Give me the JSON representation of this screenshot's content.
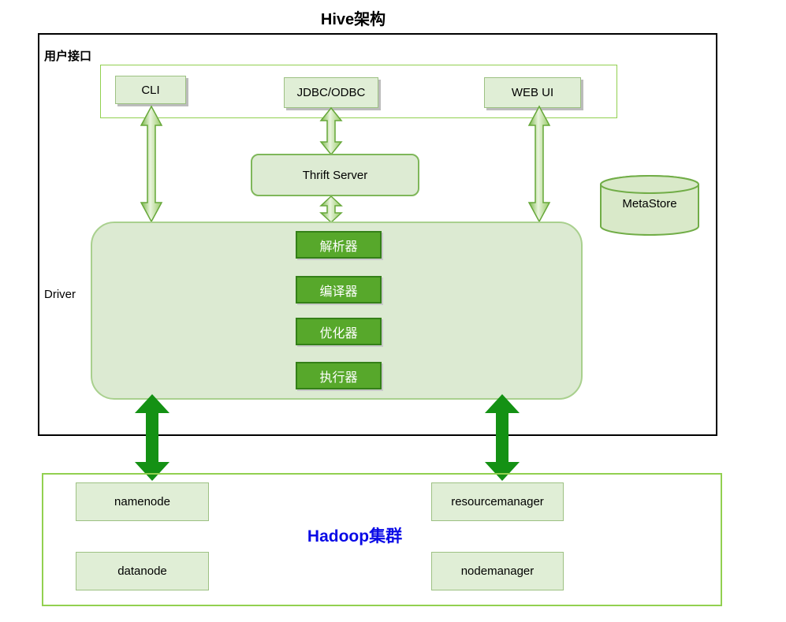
{
  "title": "Hive架构",
  "user_interface": {
    "label": "用户接口",
    "items": [
      {
        "label": "CLI"
      },
      {
        "label": "JDBC/ODBC"
      },
      {
        "label": "WEB UI"
      }
    ]
  },
  "thrift_server": {
    "label": "Thrift Server"
  },
  "metastore": {
    "label": "MetaStore"
  },
  "driver": {
    "label": "Driver",
    "components": [
      {
        "label": "解析器"
      },
      {
        "label": "编译器"
      },
      {
        "label": "优化器"
      },
      {
        "label": "执行器"
      }
    ]
  },
  "hadoop_cluster": {
    "label": "Hadoop集群",
    "nodes": [
      {
        "label": "namenode"
      },
      {
        "label": "datanode"
      },
      {
        "label": "resourcemanager"
      },
      {
        "label": "nodemanager"
      }
    ]
  },
  "colors": {
    "light_node_fill": "#e0eed6",
    "light_node_border": "#9dc183",
    "container_green_border": "#92d050",
    "driver_fill": "#dcead2",
    "component_fill": "#57a82b",
    "component_border": "#348018",
    "light_arrow_stroke": "#67a83a",
    "dark_arrow_fill": "#149114",
    "hadoop_label_blue": "#0a0ae6",
    "outer_border": "#000000"
  }
}
